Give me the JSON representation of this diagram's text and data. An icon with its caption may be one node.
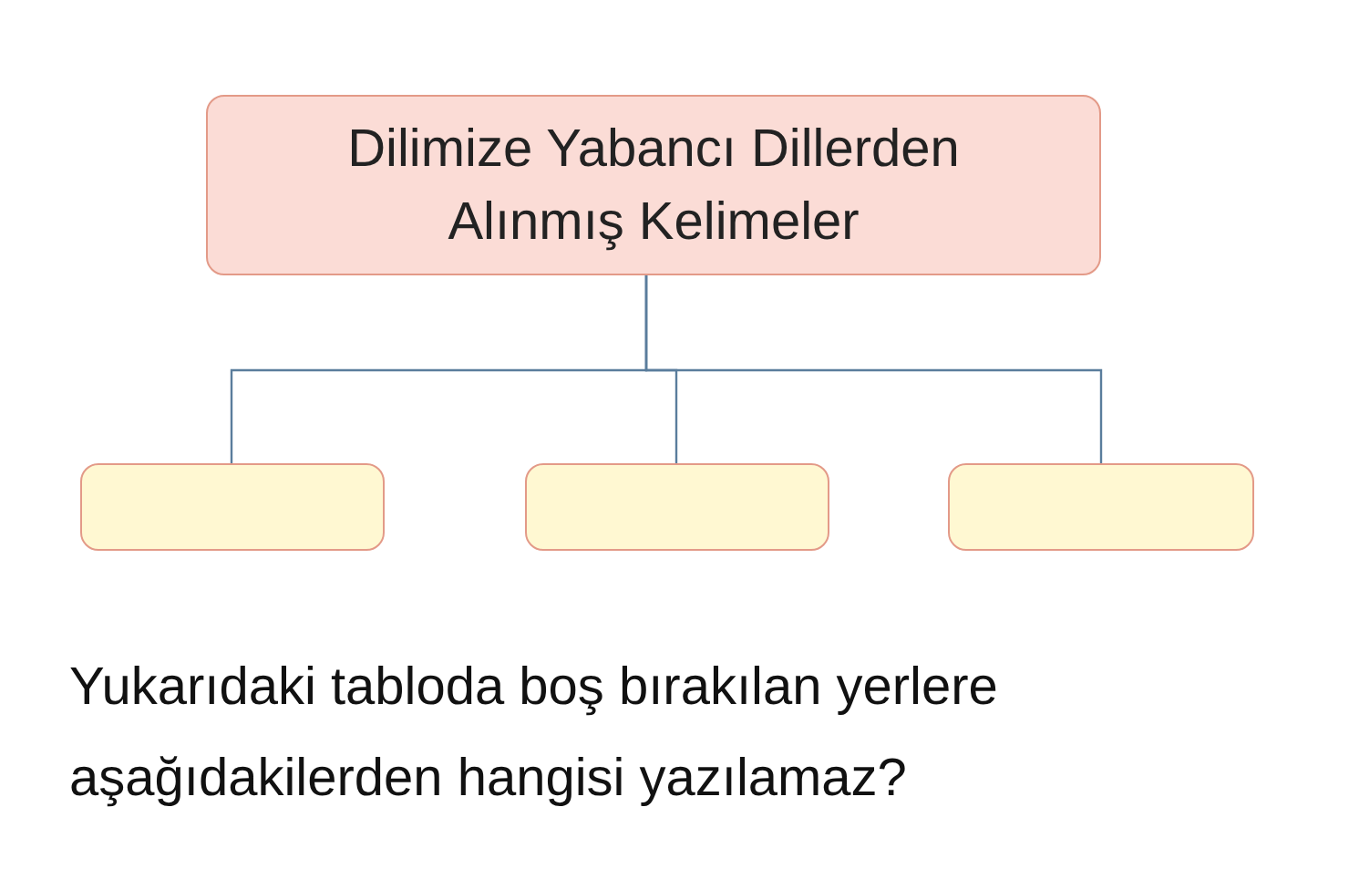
{
  "diagram": {
    "nodes": [
      {
        "text": [
          "Dilimize Yabancı Dillerden Alınmış Kelimeler"
        ]
      },
      {
        "text": [],
        "shape": "box"
      },
      {
        "text": [],
        "shape": "box"
      },
      {
        "text": [],
        "shape": "box"
      }
    ],
    "edges": [
      {
        "from": 0,
        "to": 1,
        "arrow": "none"
      },
      {
        "from": 0,
        "to": 2,
        "arrow": "none"
      },
      {
        "from": 0,
        "to": 3,
        "arrow": "none"
      }
    ],
    "labels": [
      "Yukarıdaki tabloda boş bırakılan yerlere aşağıdakilerden hangisi yazılamaz?"
    ]
  }
}
